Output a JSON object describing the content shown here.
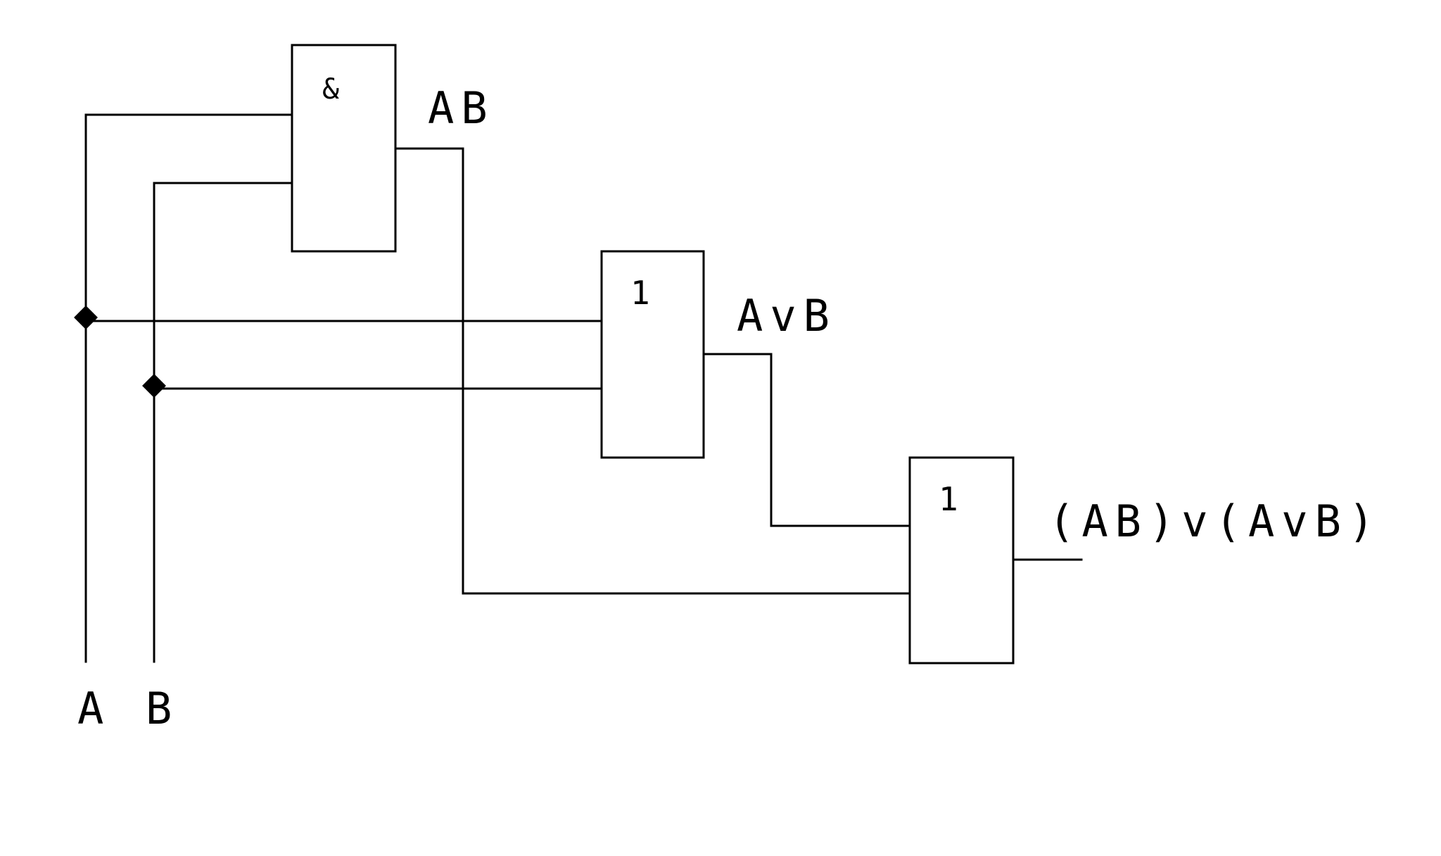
{
  "inputs": {
    "a": "A",
    "b": "B"
  },
  "gates": {
    "and_gate": {
      "symbol": "&",
      "output_label": "AB"
    },
    "or_gate_1": {
      "symbol": "1",
      "output_label": "AvB"
    },
    "or_gate_2": {
      "symbol": "1",
      "output_label": "(AB)v(AvB)"
    }
  },
  "colors": {
    "line": "#000000",
    "background": "#ffffff"
  }
}
